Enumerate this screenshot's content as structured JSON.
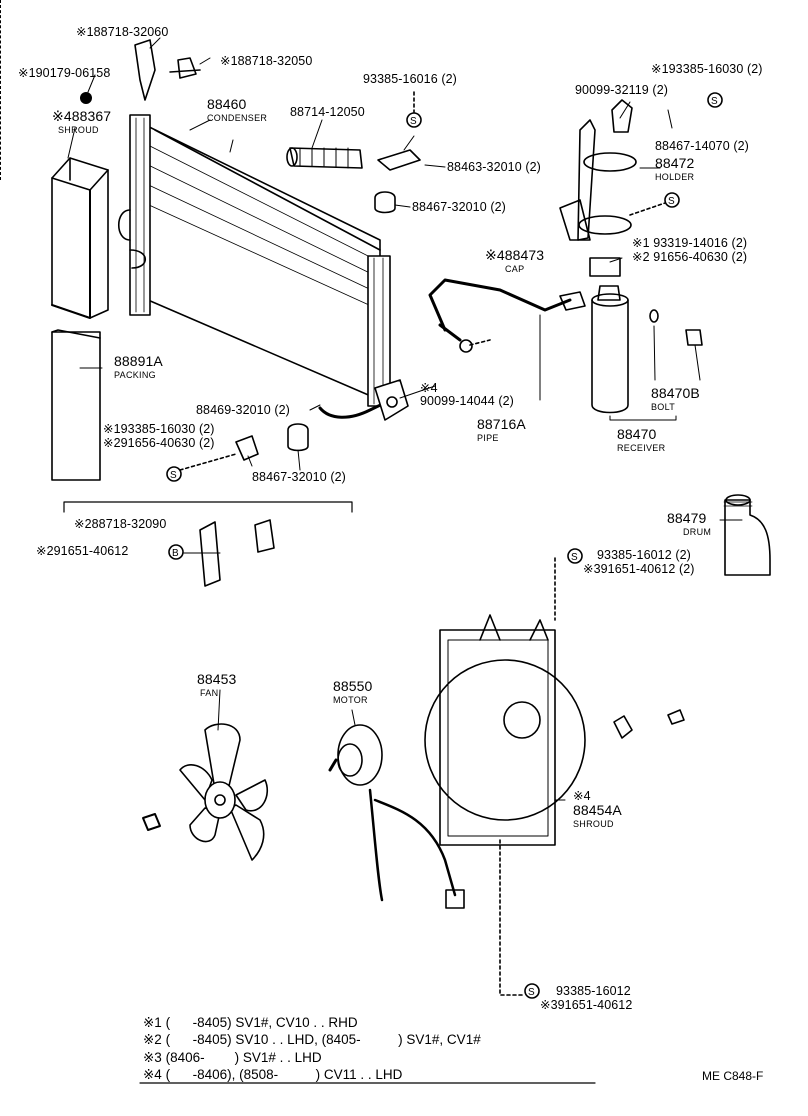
{
  "labels": {
    "l1": "※188718-32060",
    "l2": "※190179-06158",
    "l3": "※188718-32050",
    "l4": "※488367",
    "l4c": "SHROUD",
    "l5": "88460",
    "l5c": "CONDENSER",
    "l6": "88714-12050",
    "l7": "93385-16016 (2)",
    "l8": "88463-32010 (2)",
    "l9": "88467-32010 (2)",
    "l10": "90099-32119 (2)",
    "l11": "※193385-16030 (2)",
    "l12": "88467-14070 (2)",
    "l13": "88472",
    "l13c": "HOLDER",
    "l14": "※1 93319-14016 (2)",
    "l15": "※2 91656-40630 (2)",
    "l16": "※488473",
    "l16c": "CAP",
    "l17": "88891A",
    "l17c": "PACKING",
    "l18": "※4",
    "l19": "90099-14044 (2)",
    "l20": "88716A",
    "l20c": "PIPE",
    "l21": "88470B",
    "l21c": "BOLT",
    "l22": "88470",
    "l22c": "RECEIVER",
    "l23": "88469-32010 (2)",
    "l24": "※193385-16030 (2)",
    "l25": "※291656-40630 (2)",
    "l26": "88467-32010 (2)",
    "l27": "※288718-32090",
    "l28": "※291651-40612",
    "l29": "88479",
    "l29c": "DRUM",
    "l30": "93385-16012 (2)",
    "l31": "※391651-40612 (2)",
    "l32": "88453",
    "l32c": "FAN",
    "l33": "88550",
    "l33c": "MOTOR",
    "l34": "※4",
    "l35": "88454A",
    "l35c": "SHROUD",
    "l36": "93385-16012",
    "l37": "※391651-40612"
  },
  "symbols": {
    "s": "S",
    "b": "B"
  },
  "notes": [
    "※1 (      -8405) SV1#, CV10 . . RHD",
    "※2 (      -8405) SV10 . . LHD, (8405-          ) SV1#, CV1#",
    "※3 (8406-        ) SV1# . . LHD",
    "※4 (      -8406), (8508-          ) CV11 . . LHD"
  ],
  "code": "ME C848-F"
}
